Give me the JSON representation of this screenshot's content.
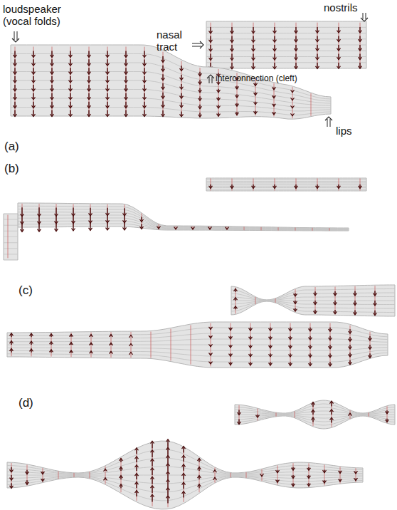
{
  "diagram": {
    "labels": [
      "loudspeaker (vocal folds)",
      "nasal tract",
      "interconnection (cleft)",
      "nostrils",
      "lips",
      "(a)",
      "(b)",
      "(c)",
      "(d)"
    ]
  }
}
